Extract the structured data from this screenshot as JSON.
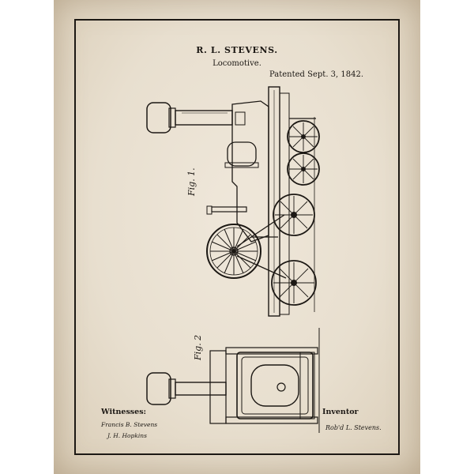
{
  "patent": {
    "inventor_name": "R. L. STEVENS.",
    "title": "Locomotive.",
    "patent_date": "Patented Sept. 3, 1842.",
    "figure_1_label": "Fig. 1.",
    "figure_2_label": "Fig. 2",
    "witnesses_label": "Witnesses:",
    "inventor_label": "Inventor",
    "witness_signatures": [
      "Francis B. Stevens",
      "J. H. Hopkins"
    ],
    "inventor_signature": "Rob'd L. Stevens."
  },
  "colors": {
    "paper": "#ebe2d2",
    "ink": "#1c1814",
    "border": "#1c1814"
  }
}
